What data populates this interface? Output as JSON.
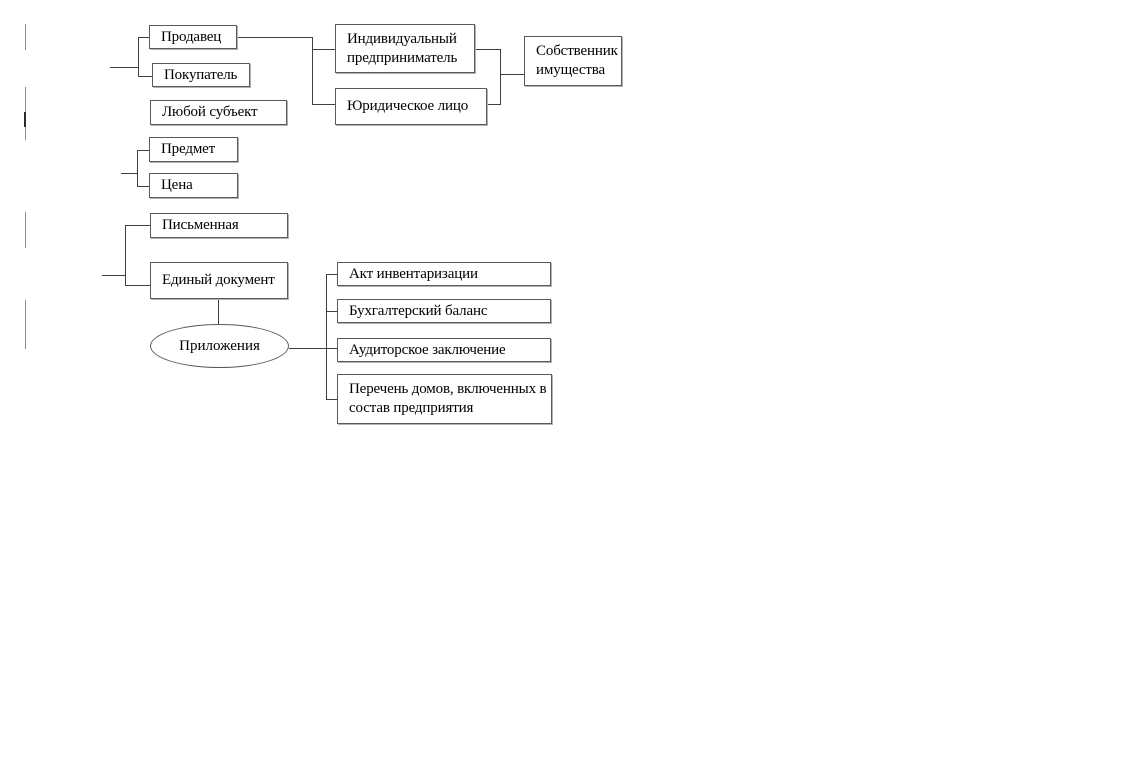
{
  "colors": {
    "background": "#ffffff",
    "box_border": "#5a5a5a",
    "line": "#3f3f3f",
    "text": "#000000",
    "tick": "#8a8a8a"
  },
  "diagram": {
    "nodes": {
      "prodavec": "Продавец",
      "pokupatel": "Покупатель",
      "luboy_subekt": "Любой субъект",
      "predmet": "Предмет",
      "cena": "Цена",
      "pismennaya": "Письменная",
      "ediny_dokument": "Единый документ",
      "individualny_predprinimatel": "Индивидуальный предприниматель",
      "yuridicheskoe_lico": "Юридическое лицо",
      "sobstvennik_imushchestva": "Собственник имущества",
      "prilozheniya": "Приложения",
      "akt_inventarizacii": "Акт инвентаризации",
      "buhgaltersky_balans": "Бухгалтерский баланс",
      "auditorskoe_zaklyuchenie": "Аудиторское заключение",
      "perechen_domov": "Перечень домов, включенных в состав предприятия"
    }
  }
}
